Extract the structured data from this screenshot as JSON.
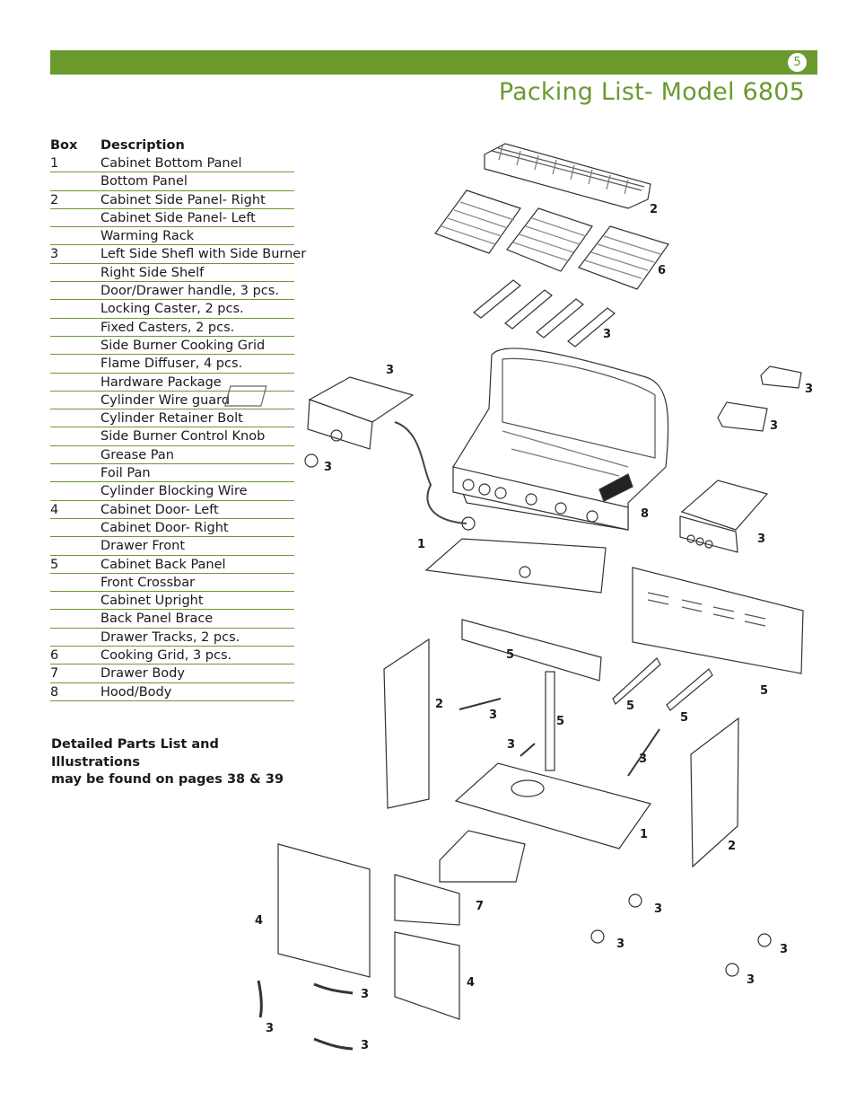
{
  "header": {
    "page_number": "5",
    "title": "Packing List- Model 6805"
  },
  "table": {
    "col_box": "Box",
    "col_desc": "Description",
    "rows": [
      {
        "box": "1",
        "desc": "Cabinet Bottom Panel"
      },
      {
        "box": "",
        "desc": "Bottom Panel"
      },
      {
        "box": "2",
        "desc": "Cabinet Side Panel- Right"
      },
      {
        "box": "",
        "desc": "Cabinet Side Panel- Left"
      },
      {
        "box": "",
        "desc": "Warming Rack"
      },
      {
        "box": "3",
        "desc": "Left Side Shefl with Side Burner"
      },
      {
        "box": "",
        "desc": "Right Side Shelf"
      },
      {
        "box": "",
        "desc": "Door/Drawer handle, 3 pcs."
      },
      {
        "box": "",
        "desc": "Locking Caster, 2 pcs."
      },
      {
        "box": "",
        "desc": "Fixed Casters, 2 pcs."
      },
      {
        "box": "",
        "desc": "Side Burner Cooking Grid"
      },
      {
        "box": "",
        "desc": "Flame Diffuser, 4 pcs."
      },
      {
        "box": "",
        "desc": "Hardware Package"
      },
      {
        "box": "",
        "desc": "Cylinder Wire guard"
      },
      {
        "box": "",
        "desc": "Cylinder Retainer Bolt"
      },
      {
        "box": "",
        "desc": "Side Burner Control Knob"
      },
      {
        "box": "",
        "desc": "Grease Pan"
      },
      {
        "box": "",
        "desc": "Foil Pan"
      },
      {
        "box": "",
        "desc": "Cylinder Blocking Wire"
      },
      {
        "box": "4",
        "desc": "Cabinet Door- Left"
      },
      {
        "box": "",
        "desc": "Cabinet Door- Right"
      },
      {
        "box": "",
        "desc": "Drawer Front"
      },
      {
        "box": "5",
        "desc": "Cabinet Back Panel"
      },
      {
        "box": "",
        "desc": "Front Crossbar"
      },
      {
        "box": "",
        "desc": "Cabinet Upright"
      },
      {
        "box": "",
        "desc": "Back Panel Brace"
      },
      {
        "box": "",
        "desc": "Drawer Tracks, 2 pcs."
      },
      {
        "box": "6",
        "desc": "Cooking Grid, 3 pcs."
      },
      {
        "box": "7",
        "desc": "Drawer Body"
      },
      {
        "box": "8",
        "desc": "Hood/Body"
      }
    ]
  },
  "note": {
    "line1": "Detailed Parts List and Illustrations",
    "line2": "may be found on pages 38 & 39"
  },
  "callouts": {
    "warming_rack": "2",
    "cooking_grids": "6",
    "flame_diffusers": "3",
    "left_shelf": "3",
    "grease_pan": "3",
    "foil_pan": "3",
    "knob": "3",
    "hood_body": "8",
    "right_shelf": "3",
    "bottom_panel": "1",
    "back_panel": "5",
    "front_crossbar": "5",
    "left_side_panel": "2",
    "retainer_bolt": "3",
    "blocking_wire": "3",
    "upright": "5",
    "track_left": "5",
    "track_right": "5",
    "brace": "3",
    "cabinet_bottom": "1",
    "right_side_panel": "2",
    "door_left": "4",
    "drawer_body": "7",
    "door_right": "4",
    "caster_1": "3",
    "caster_2": "3",
    "caster_3": "3",
    "caster_4": "3",
    "handle_1": "3",
    "handle_2": "3",
    "handle_3": "3"
  }
}
